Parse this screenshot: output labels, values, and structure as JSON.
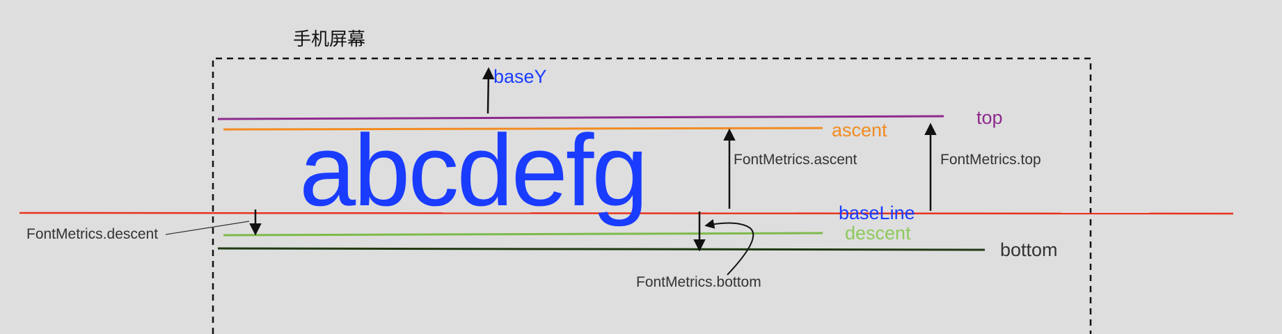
{
  "diagram": {
    "screen_title": "手机屏幕",
    "sample_text": "abcdefg",
    "labels": {
      "baseY": "baseY",
      "top": "top",
      "ascent": "ascent",
      "baseline": "baseLine",
      "descent": "descent",
      "bottom": "bottom",
      "fm_ascent": "FontMetrics.ascent",
      "fm_top": "FontMetrics.top",
      "fm_descent": "FontMetrics.descent",
      "fm_bottom": "FontMetrics.bottom"
    },
    "colors": {
      "background": "#dedede",
      "top": "#8e2a8e",
      "ascent": "#f28b20",
      "baseline_line": "#e8321e",
      "baseline_label": "#1a3cff",
      "descent": "#8cc95a",
      "bottom": "#1f3a12",
      "sample_text": "#1a3cff"
    }
  }
}
